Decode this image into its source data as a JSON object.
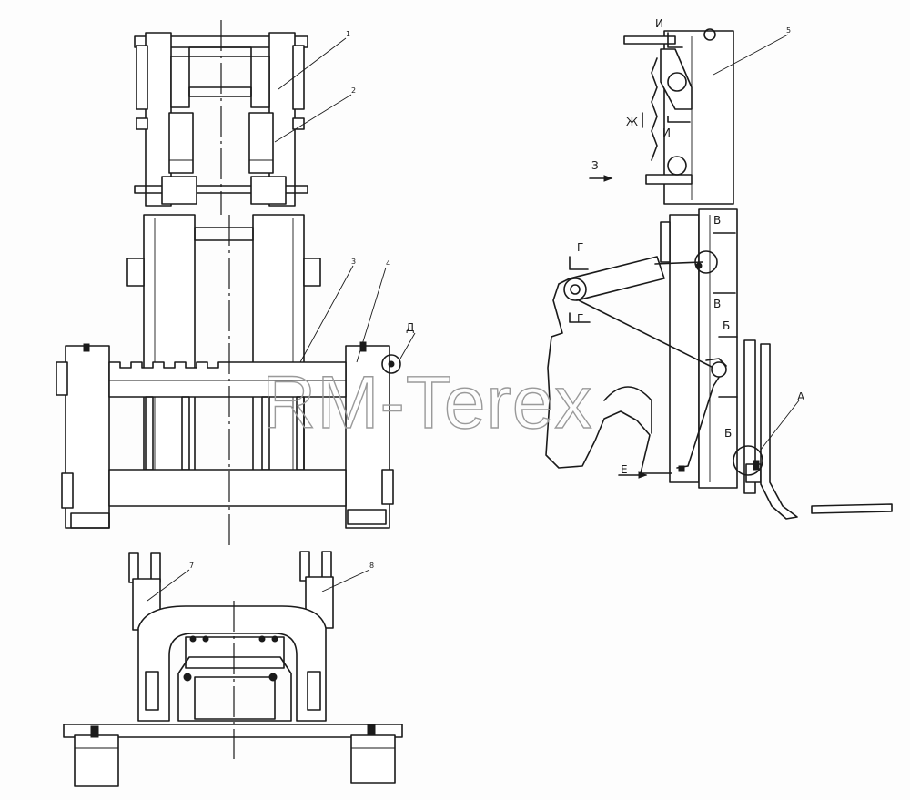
{
  "watermark": "RM-Terex",
  "callouts": {
    "p1": "1",
    "p2": "2",
    "p3": "3",
    "p4": "4",
    "p5": "5",
    "p7": "7",
    "p8": "8"
  },
  "section_letters": {
    "a": "А",
    "b_upper": "Б",
    "b_lower": "Б",
    "v_upper": "В",
    "v_lower": "В",
    "g_upper": "Г",
    "g_lower": "Г",
    "d": "Д",
    "e": "Е",
    "zh": "Ж",
    "z": "З",
    "i_top": "И",
    "i_mid": "И"
  }
}
